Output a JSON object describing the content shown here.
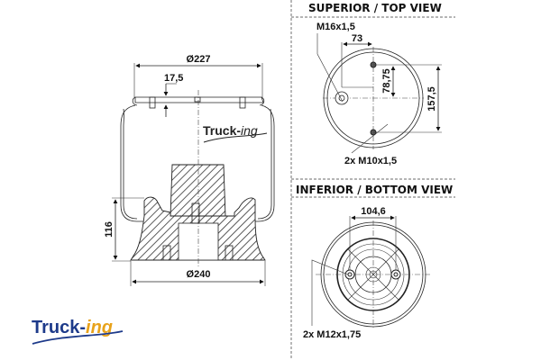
{
  "side_view": {
    "dim_top_diameter": "Ø227",
    "dim_plate_height": "17,5",
    "dim_piston_height": "116",
    "dim_base_diameter": "Ø240",
    "logo_text": "Truck-ing"
  },
  "top_view": {
    "title": "SUPERIOR / TOP VIEW",
    "label_air_inlet": "M16x1,5",
    "dim_offset": "73",
    "dim_half_spacing": "78,75",
    "dim_stud_spacing": "157,5",
    "label_studs": "2x M10x1,5"
  },
  "bottom_view": {
    "title": "INFERIOR / BOTTOM VIEW",
    "dim_bolt_spacing": "104,6",
    "label_bolts": "2x M12x1,75"
  },
  "brand": {
    "logo_text": "Truck-ing",
    "logo_main": "Truck-",
    "logo_script": "ing",
    "primary_color": "#1d3a8a",
    "accent_color": "#e8a21a"
  }
}
